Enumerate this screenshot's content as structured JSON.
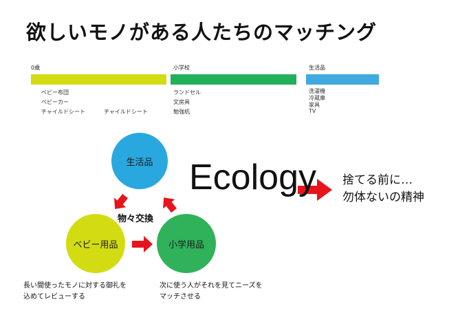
{
  "title": "欲しいモノがある人たちのマッチング",
  "timeline": {
    "stages": [
      {
        "label": "0歳",
        "color": "#d3dc12",
        "items": [
          "ベビー布団",
          "ベビーカー",
          "チャイルドシート"
        ]
      },
      {
        "label": "小学校",
        "color": "#22b05a",
        "items": [
          "ランドセル",
          "文房具",
          "勉強机"
        ]
      },
      {
        "label": "生活品",
        "color": "#3fa9e0",
        "items": [
          "洗濯機",
          "冷蔵庫",
          "家具",
          "TV"
        ]
      }
    ],
    "extra_item": "チャイルドシート"
  },
  "cycle": {
    "nodes": [
      {
        "label": "生活品",
        "color": "#29a8e0"
      },
      {
        "label": "ベビー用品",
        "color": "#d3dc12"
      },
      {
        "label": "小学用品",
        "color": "#2fb25a"
      }
    ],
    "center_label": "物々交換",
    "arrow_color": "#e8141b"
  },
  "ecology": {
    "word": "Ecology",
    "motto_lines": [
      "捨てる前に…",
      "勿体ないの精神"
    ]
  },
  "captions": {
    "baby": [
      "長い間使ったモノに対する御礼を",
      "込めてレビューする"
    ],
    "school": [
      "次に使う人がそれを見てニーズを",
      "マッチさせる"
    ]
  }
}
